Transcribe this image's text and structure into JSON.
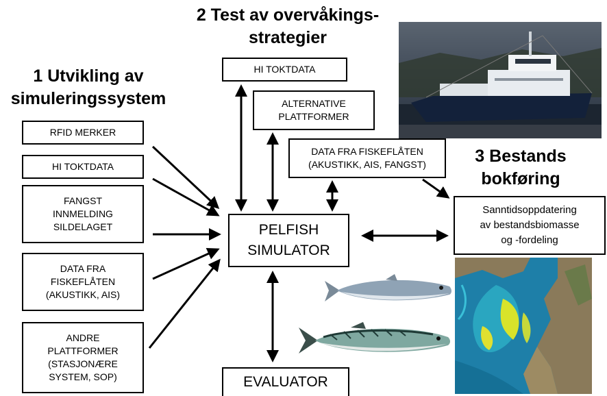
{
  "headings": {
    "h1": [
      "1 Utvikling av",
      "simuleringssystem"
    ],
    "h2": [
      "2 Test av overvåkings-",
      "strategier"
    ],
    "h3": [
      "3 Bestands",
      "bokføring"
    ]
  },
  "left_inputs": {
    "rfid": [
      "RFID MERKER"
    ],
    "hi_toktdata": [
      "HI TOKTDATA"
    ],
    "fangst": [
      "FANGST",
      "INNMELDING",
      "SILDELAGET"
    ],
    "fiskeflaten": [
      "DATA FRA",
      "FISKEFLÅTEN",
      "(AKUSTIKK, AIS)"
    ],
    "andre": [
      "ANDRE",
      "PLATTFORMER",
      "(STASJONÆRE",
      "SYSTEM, SOP)"
    ]
  },
  "strategies": {
    "hi_toktdata": [
      "HI TOKTDATA"
    ],
    "alternative": [
      "ALTERNATIVE",
      "PLATTFORMER"
    ],
    "fiskeflaten": [
      "DATA FRA FISKEFLÅTEN",
      "(AKUSTIKK, AIS, FANGST)"
    ]
  },
  "core": {
    "simulator": [
      "PELFISH",
      "SIMULATOR"
    ],
    "evaluator": [
      "EVALUATOR"
    ]
  },
  "output": {
    "sanntid": [
      "Sanntidsoppdatering",
      "av bestandsbiomasse",
      "og -fordeling"
    ]
  },
  "colors": {
    "line": "#000000",
    "sea": "#1e7fa8",
    "land": "#8a7a5a",
    "vessel_hull": "#1a2a44"
  }
}
